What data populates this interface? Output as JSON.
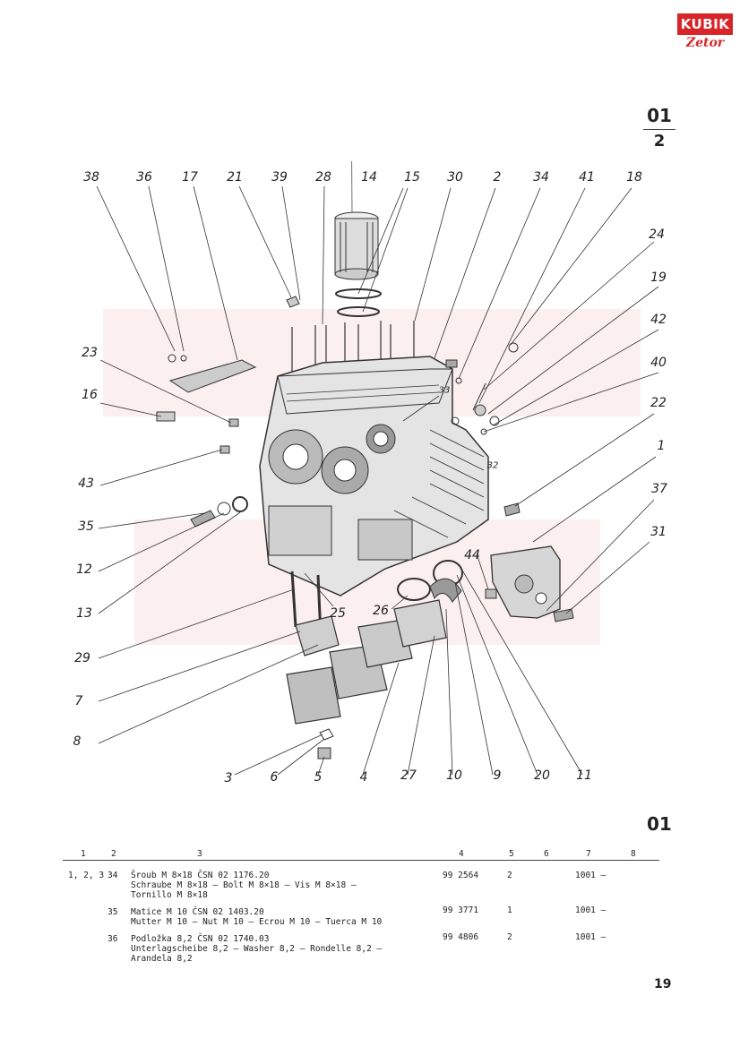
{
  "logo": {
    "top": "KUBIK",
    "bottom": "Zetor"
  },
  "section": {
    "numerator": "01",
    "denominator": "2"
  },
  "callouts": [
    "38",
    "36",
    "17",
    "21",
    "39",
    "28",
    "14",
    "15",
    "30",
    "2",
    "34",
    "41",
    "18",
    "24",
    "19",
    "42",
    "40",
    "22",
    "1",
    "37",
    "31",
    "23",
    "16",
    "43",
    "35",
    "12",
    "13",
    "29",
    "7",
    "8",
    "3",
    "6",
    "5",
    "4",
    "27",
    "10",
    "9",
    "20",
    "11",
    "44",
    "26",
    "25",
    "33",
    "32"
  ],
  "group_code": "01",
  "table": {
    "headers": [
      "1",
      "2",
      "3",
      "4",
      "5",
      "6",
      "7",
      "8"
    ],
    "rows": [
      {
        "ref": "1, 2, 3",
        "pos": "34",
        "lines": [
          "Šroub M 8×18 ČSN 02 1176.20",
          "Schraube M 8×18 — Bolt M 8×18 — Vis M 8×18 —",
          "Tornillo M 8×18"
        ],
        "part": "99 2564",
        "qty": "2",
        "col6": "",
        "serial": "1001 —"
      },
      {
        "ref": "",
        "pos": "35",
        "lines": [
          "Matice M 10 ČSN 02 1403.20",
          "Mutter M 10 — Nut M 10 — Ecrou M 10 — Tuerca M 10"
        ],
        "part": "99 3771",
        "qty": "1",
        "col6": "",
        "serial": "1001 —"
      },
      {
        "ref": "",
        "pos": "36",
        "lines": [
          "Podložka 8,2 ČSN 02 1740.03",
          "Unterlagscheibe 8,2 — Washer 8,2 — Rondelle 8,2 —",
          "Arandela 8,2"
        ],
        "part": "99 4806",
        "qty": "2",
        "col6": "",
        "serial": "1001 —"
      }
    ]
  },
  "page_number": "19"
}
